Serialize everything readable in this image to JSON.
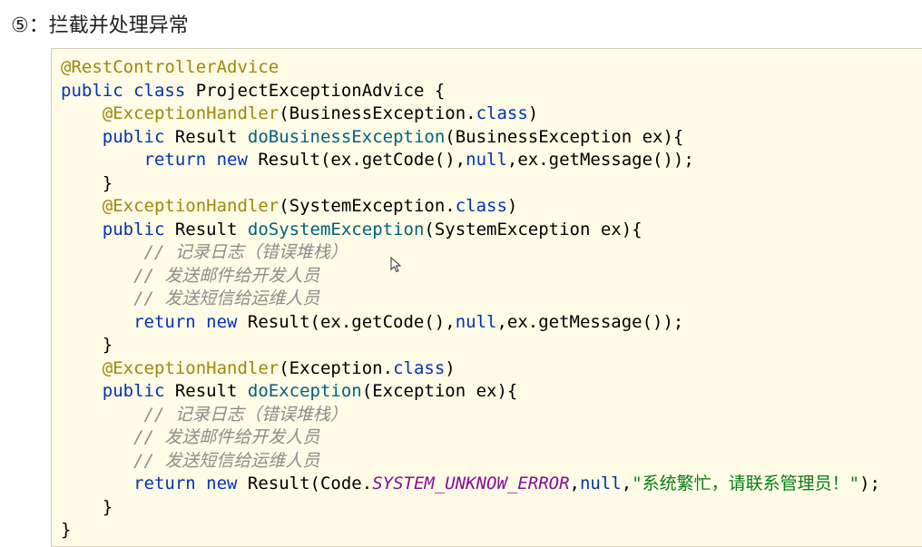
{
  "heading": "⑤：拦截并处理异常",
  "code": {
    "l1_ann": "@RestControllerAdvice",
    "l2_kw": "public class",
    "l2_rest": " ProjectExceptionAdvice {",
    "l3_ann": "@ExceptionHandler",
    "l3_a": "(BusinessException.",
    "l3_kw": "class",
    "l3_b": ")",
    "l4_kw": "public",
    "l4_a": " Result ",
    "l4_fn": "doBusinessException",
    "l4_b": "(BusinessException ex){",
    "l5_kw1": "return new",
    "l5_a": " Result(ex.getCode(),",
    "l5_kw2": "null",
    "l5_b": ",ex.getMessage());",
    "l6": "}",
    "l7_ann": "@ExceptionHandler",
    "l7_a": "(SystemException.",
    "l7_kw": "class",
    "l7_b": ")",
    "l8_kw": "public",
    "l8_a": " Result ",
    "l8_fn": "doSystemException",
    "l8_b": "(SystemException ex){",
    "l9_cm": "// 记录日志（错误堆栈）",
    "l10_cm": "// 发送邮件给开发人员",
    "l11_cm": "// 发送短信给运维人员",
    "l12_kw1": "return new",
    "l12_a": " Result(ex.getCode(),",
    "l12_kw2": "null",
    "l12_b": ",ex.getMessage());",
    "l13": "}",
    "l14_ann": "@ExceptionHandler",
    "l14_a": "(Exception.",
    "l14_kw": "class",
    "l14_b": ")",
    "l15_kw": "public",
    "l15_a": " Result ",
    "l15_fn": "doException",
    "l15_b": "(Exception ex){",
    "l16_cm": "// 记录日志（错误堆栈）",
    "l17_cm": "// 发送邮件给开发人员",
    "l18_cm": "// 发送短信给运维人员",
    "l19_kw1": "return new",
    "l19_a": " Result(Code.",
    "l19_const": "SYSTEM_UNKNOW_ERROR",
    "l19_b": ",",
    "l19_kw2": "null",
    "l19_c": ",",
    "l19_str": "\"系统繁忙，请联系管理员！\"",
    "l19_d": ");",
    "l20": "}",
    "l21": "}"
  },
  "colors": {
    "annotation": "#9e880d",
    "keyword": "#0033b3",
    "method": "#00627a",
    "comment": "#8c8c8c",
    "constant": "#871094",
    "string": "#067d17",
    "code_background": "#fefbe6"
  },
  "icons": {
    "cursor": "mouse-pointer-icon"
  }
}
